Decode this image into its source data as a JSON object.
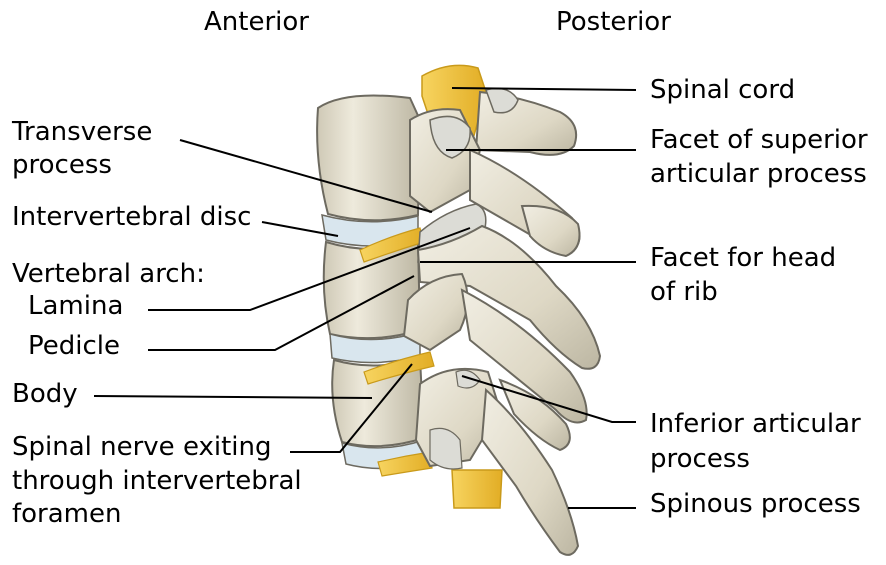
{
  "headings": {
    "anterior": "Anterior",
    "posterior": "Posterior"
  },
  "labels": {
    "transverse_1": "Transverse",
    "transverse_2": "process",
    "disc": "Intervertebral disc",
    "arch": "Vertebral arch:",
    "lamina": "Lamina",
    "pedicle": "Pedicle",
    "body": "Body",
    "nerve_1": "Spinal nerve exiting",
    "nerve_2": "through intervertebral",
    "nerve_3": "foramen",
    "cord": "Spinal cord",
    "sup_facet_1": "Facet of superior",
    "sup_facet_2": "articular process",
    "rib_facet_1": "Facet for head",
    "rib_facet_2": "of rib",
    "inf_art_1": "Inferior articular",
    "inf_art_2": "process",
    "spinous": "Spinous process"
  },
  "colors": {
    "bone": "#e6e1d0",
    "bone_light": "#f2efe4",
    "bone_shadow": "#b9b3a0",
    "outline": "#6d6a60",
    "disc": "#d9e6ee",
    "nerve": "#f5c842",
    "nerve_dark": "#d9a520",
    "facet": "#dcdcd6"
  }
}
